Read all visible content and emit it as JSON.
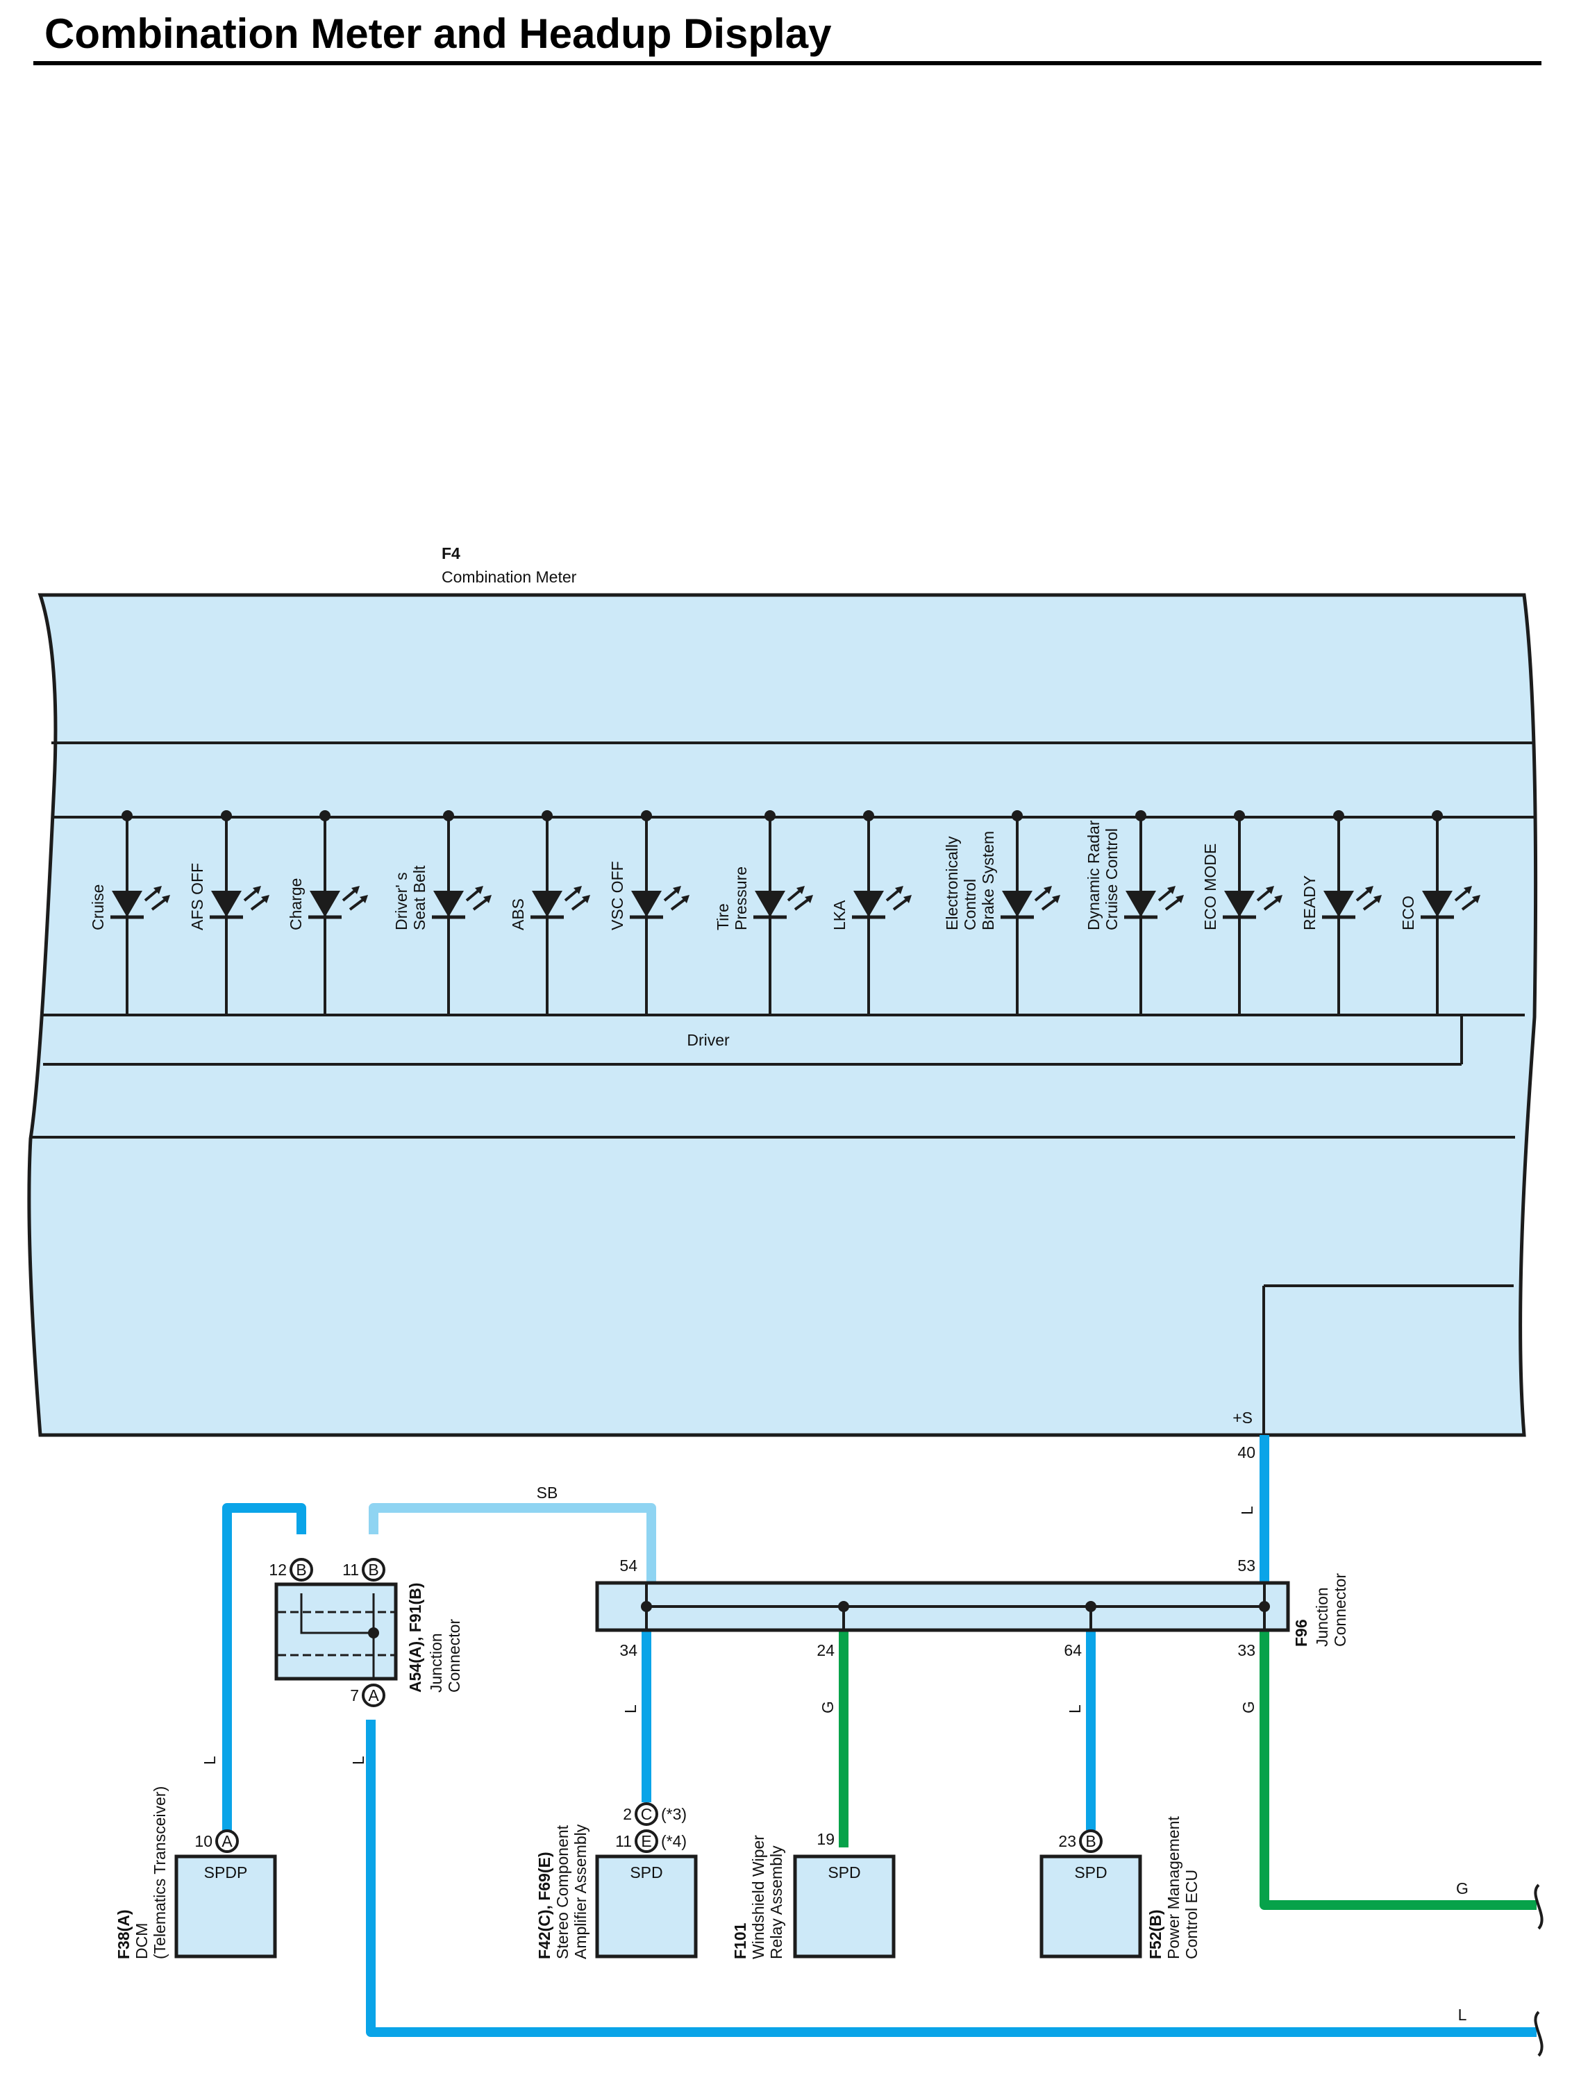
{
  "title": "Combination Meter and Headup Display",
  "colors": {
    "panel_fill": "#cde9f8",
    "wire_L": "#0aa4e8",
    "wire_SB": "#8fd4f2",
    "wire_G": "#07a24a"
  },
  "meter": {
    "code": "F4",
    "name": "Combination Meter",
    "driver_label": "Driver",
    "terminal": "+S"
  },
  "lamps": [
    "Cruise",
    "AFS OFF",
    "Charge",
    "Driver' s\nSeat Belt",
    "ABS",
    "VSC OFF",
    "Tire\nPressure",
    "LKA",
    "Electronically\nControl\nBrake System",
    "Dynamic Radar\nCruise Control",
    "ECO MODE",
    "READY",
    "ECO"
  ],
  "pins": {
    "meter_out": "40",
    "jc_in_top": "53",
    "jc_sb": "54",
    "jc_b1": "34",
    "jc_b2": "24",
    "jc_b3": "64",
    "jc_b4": "33",
    "a54_left": "12",
    "a54_left_conn": "B",
    "a54_right": "11",
    "a54_right_conn": "B",
    "a54_bottom": "7",
    "a54_bottom_conn": "A",
    "dcm": "10",
    "dcm_conn": "A",
    "stereo_1": "2",
    "stereo_1_conn": "C",
    "stereo_1_note": "(*3)",
    "stereo_2": "11",
    "stereo_2_conn": "E",
    "stereo_2_note": "(*4)",
    "wiper": "19",
    "pm": "23",
    "pm_conn": "B"
  },
  "wires": {
    "sb": "SB",
    "l": "L",
    "g": "G"
  },
  "junction_f96": {
    "code": "F96",
    "name": "Junction\nConnector"
  },
  "junction_a54": {
    "code": "A54(A), F91(B)",
    "name": "Junction\nConnector"
  },
  "components": [
    {
      "code": "F38(A)",
      "name": "DCM\n(Telematics Transceiver)",
      "terminal": "SPDP"
    },
    {
      "code": "F42(C), F69(E)",
      "name": "Stereo Component\nAmplifier Assembly",
      "terminal": "SPD"
    },
    {
      "code": "F101",
      "name": "Windshield Wiper\nRelay Assembly",
      "terminal": "SPD"
    },
    {
      "code": "F52(B)",
      "name": "Power Management\nControl ECU",
      "terminal": "SPD"
    }
  ]
}
